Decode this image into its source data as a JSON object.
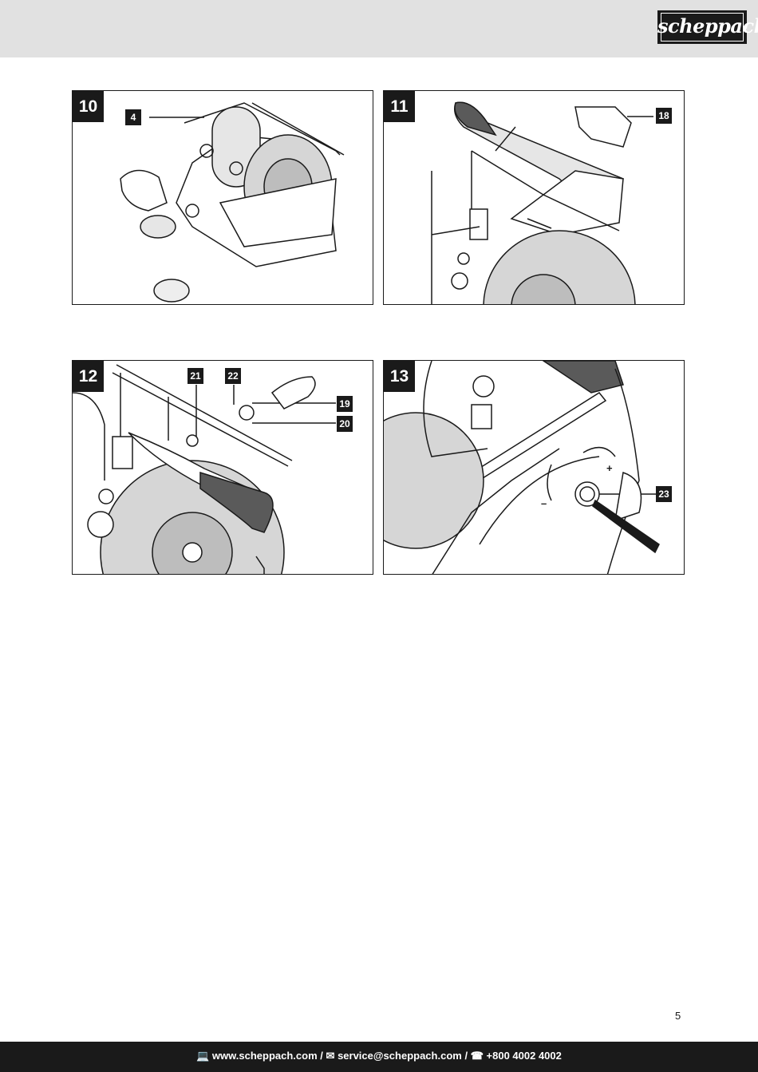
{
  "header": {
    "brand": "scheppach"
  },
  "figures": [
    {
      "number": "10",
      "callouts": [
        "4"
      ]
    },
    {
      "number": "11",
      "callouts": [
        "18"
      ]
    },
    {
      "number": "12",
      "callouts": [
        "21",
        "22",
        "19",
        "20"
      ]
    },
    {
      "number": "13",
      "callouts": [
        "23"
      ],
      "signs": [
        "+",
        "–"
      ]
    }
  ],
  "page_number": "5",
  "footer": {
    "web_icon": "💻",
    "website": "www.scheppach.com",
    "sep1": "/",
    "mail_icon": "✉",
    "email": "service@scheppach.com",
    "sep2": "/",
    "phone_icon": "☎",
    "phone": "+800 4002 4002"
  }
}
